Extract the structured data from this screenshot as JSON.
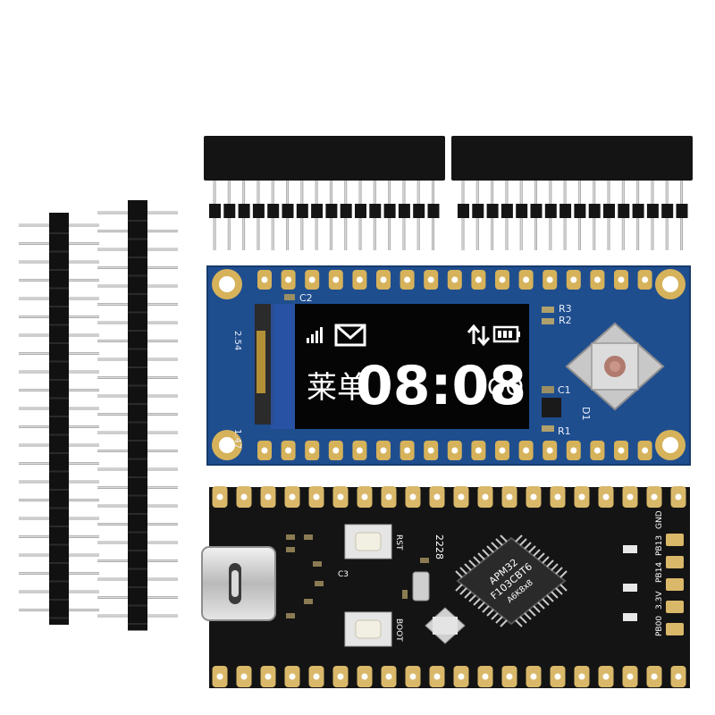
{
  "oled_module": {
    "screen": {
      "left_chars": "莱单",
      "time": "08:08",
      "right_text": "QQ"
    },
    "silkscreen": {
      "c2": "C2",
      "r3": "R3",
      "r2": "R2",
      "c1": "C1",
      "r1": "R1",
      "d1": "D1",
      "edge_left_top": "2.54",
      "edge_left_bottom": "1.47"
    },
    "colors": {
      "pcb": "#1f4e8f",
      "screen": "#050505",
      "pad": "#d6b25a"
    }
  },
  "mcu_board": {
    "chip_lines": [
      "APM32",
      "F103CBT6",
      "A6K8x8"
    ],
    "silkscreen": {
      "rst": "RST",
      "boot": "BOOT",
      "code": "2228",
      "pin_labels": [
        "PB00",
        "3.3V",
        "PB14",
        "PB13",
        "GND"
      ],
      "c3": "C3"
    },
    "colors": {
      "pcb": "#141414",
      "pad": "#d9b86a"
    }
  },
  "header_pins": {
    "colors": {
      "plastic": "#111111",
      "metal": "#c9c9c9"
    }
  }
}
